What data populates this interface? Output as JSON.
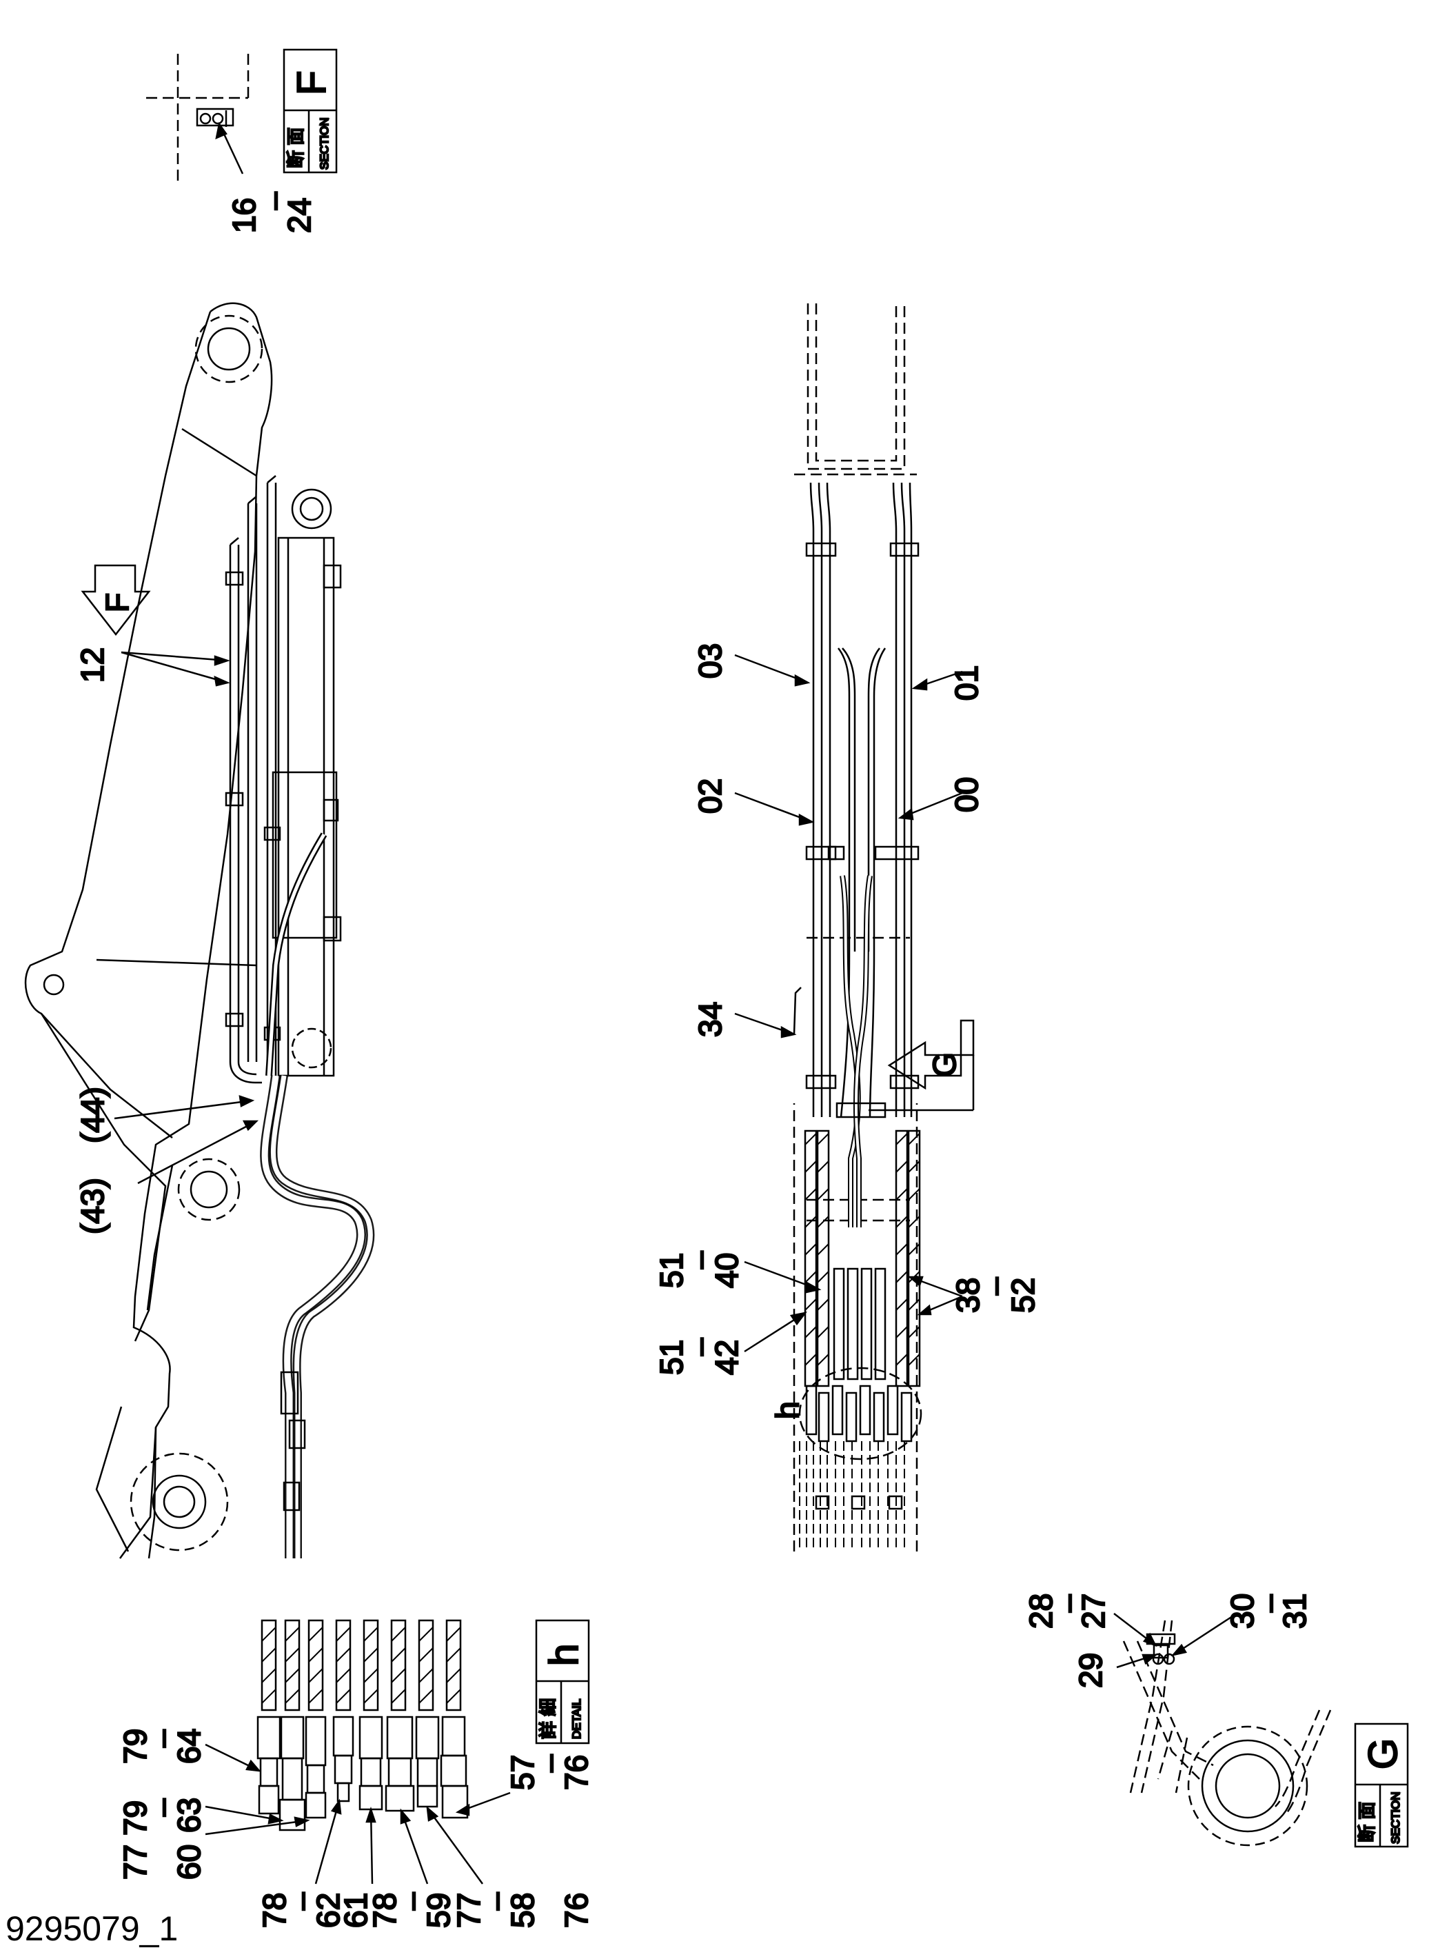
{
  "document_id": "9295079_1",
  "section_F": {
    "jp": "断 面",
    "en": "SECTION",
    "letter": "F",
    "callout": {
      "top": "16",
      "bottom": "24"
    }
  },
  "section_G": {
    "jp": "断 面",
    "en": "SECTION",
    "letter": "G"
  },
  "detail_h": {
    "jp": "詳 細",
    "en": "DETAIL",
    "letter": "h"
  },
  "arrow_markers": {
    "F": "F",
    "G": "G",
    "h": "h"
  },
  "left_view_callouts": {
    "c12": "12",
    "c43": "(43)",
    "c44": "(44)"
  },
  "right_view_callouts": {
    "c03": "03",
    "c01": "01",
    "c02": "02",
    "c00": "00",
    "c34": "34",
    "c51_40": {
      "top": "51",
      "bottom": "40"
    },
    "c51_42": {
      "top": "51",
      "bottom": "42"
    },
    "c38_52": {
      "top": "38",
      "bottom": "52"
    }
  },
  "section_G_callouts": {
    "c28_27": {
      "top": "28",
      "bottom": "27"
    },
    "c29": "29",
    "c30_31": {
      "top": "30",
      "bottom": "31"
    }
  },
  "detail_h_callouts": {
    "c79_64": {
      "top": "79",
      "bottom": "64"
    },
    "c77_79_63": {
      "top": "77 79",
      "bottom": "63"
    },
    "c60": "60",
    "c78_62": {
      "top": "78",
      "bottom": "62"
    },
    "c61": "61",
    "c78_59": {
      "top": "78",
      "bottom": "59"
    },
    "c77_58": {
      "top": "77",
      "bottom": "58"
    },
    "c76_bottom": "76",
    "c57_76": {
      "top": "57",
      "bottom": "76"
    }
  }
}
